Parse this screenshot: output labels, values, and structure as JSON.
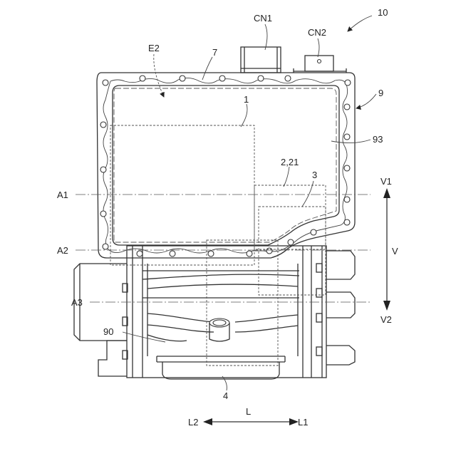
{
  "labels": {
    "ref_10": "10",
    "cn1": "CN1",
    "cn2": "CN2",
    "e2": "E2",
    "ref_7": "7",
    "ref_9": "9",
    "ref_1": "1",
    "ref_93": "93",
    "ref_2_21": "2,21",
    "ref_3": "3",
    "a1": "A1",
    "a2": "A2",
    "a3": "A3",
    "v1": "V1",
    "v": "V",
    "v2": "V2",
    "ref_90": "90",
    "ref_4": "4",
    "l": "L",
    "l1": "L1",
    "l2": "L2"
  }
}
